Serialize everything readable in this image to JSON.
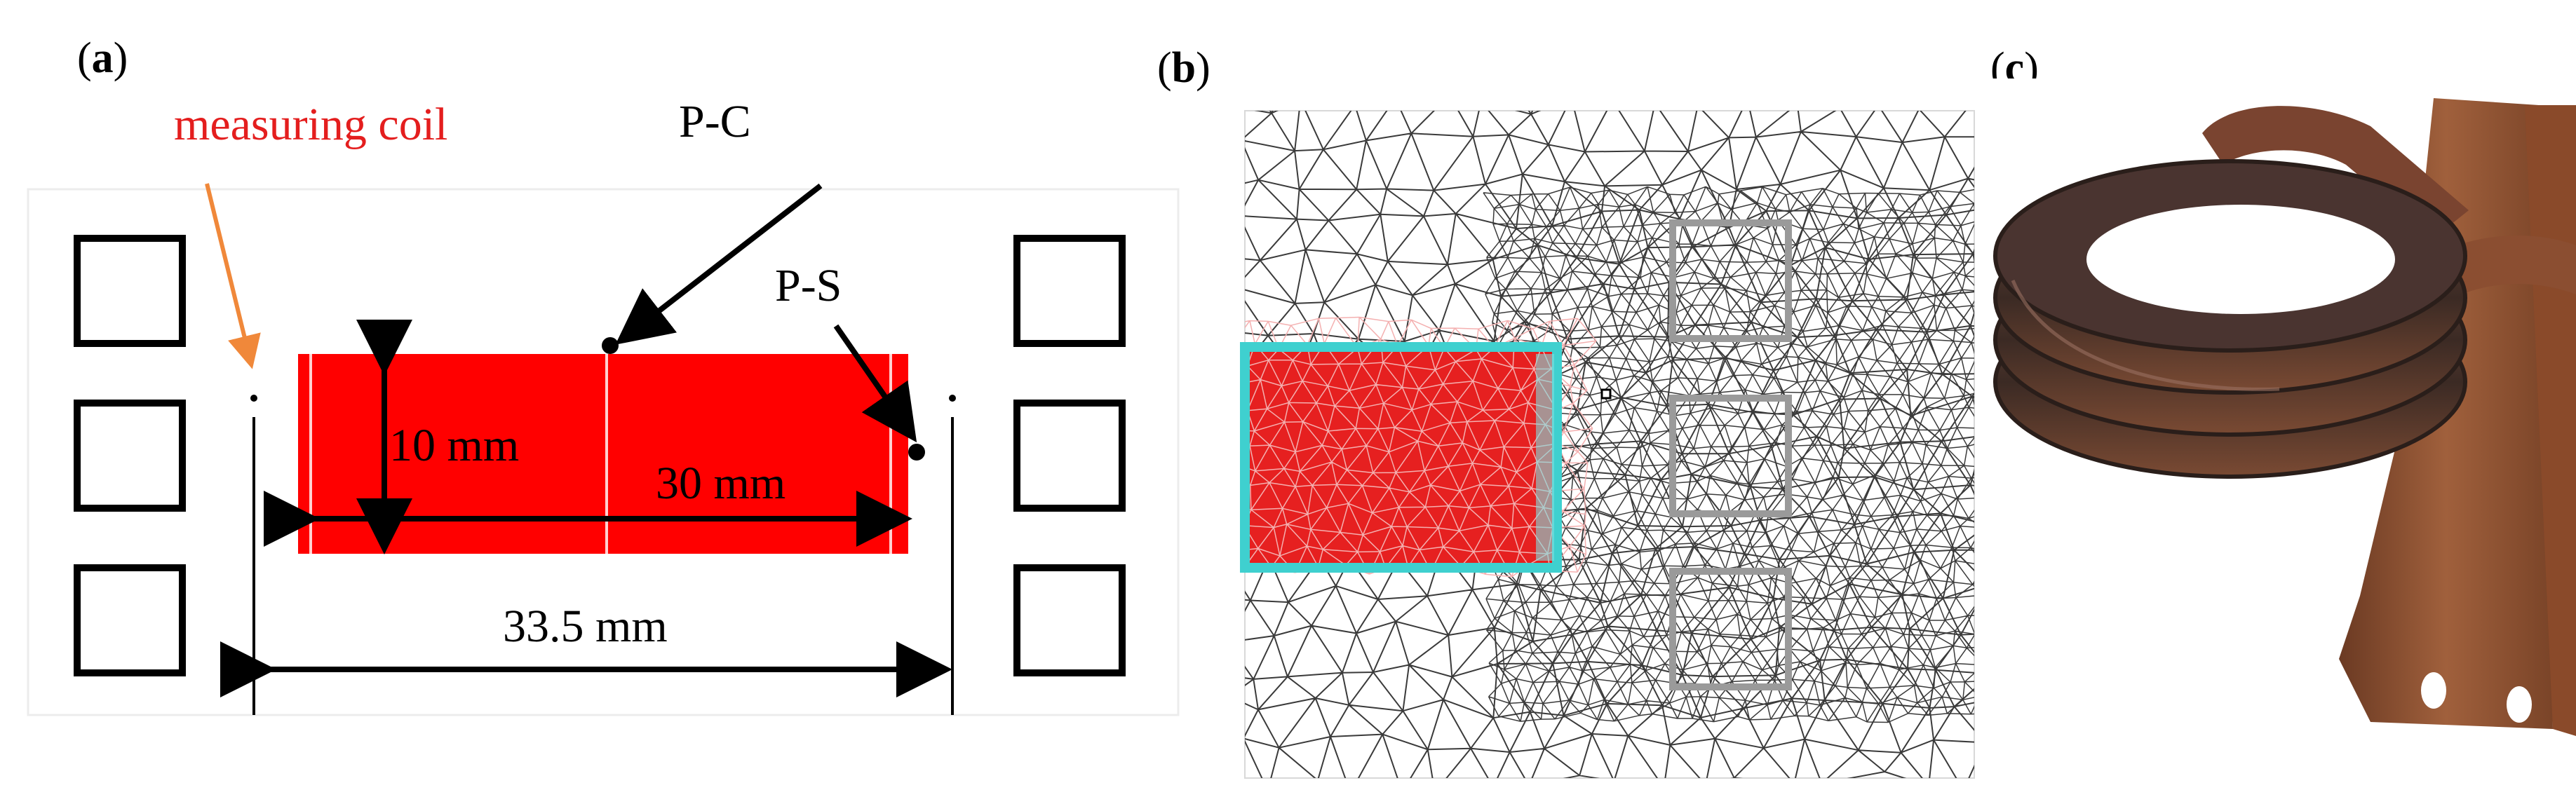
{
  "panels": {
    "a": {
      "label": "a"
    },
    "b": {
      "label": "b"
    },
    "c": {
      "label": "c"
    }
  },
  "annotations": {
    "measuring_coil": "measuring coil",
    "p_c": "P-C",
    "p_s": "P-S",
    "dim_height": "10 mm",
    "dim_width": "30 mm",
    "dim_total": "33.5 mm"
  },
  "colors": {
    "workpiece": "#ff0000",
    "measuring_coil_text": "#e41e1e",
    "measuring_coil_arrow": "#f0883a",
    "mesh_line": "#3a3a3a",
    "mesh_boundary": "#3fd0cf",
    "copper": "#8a4a2a"
  }
}
